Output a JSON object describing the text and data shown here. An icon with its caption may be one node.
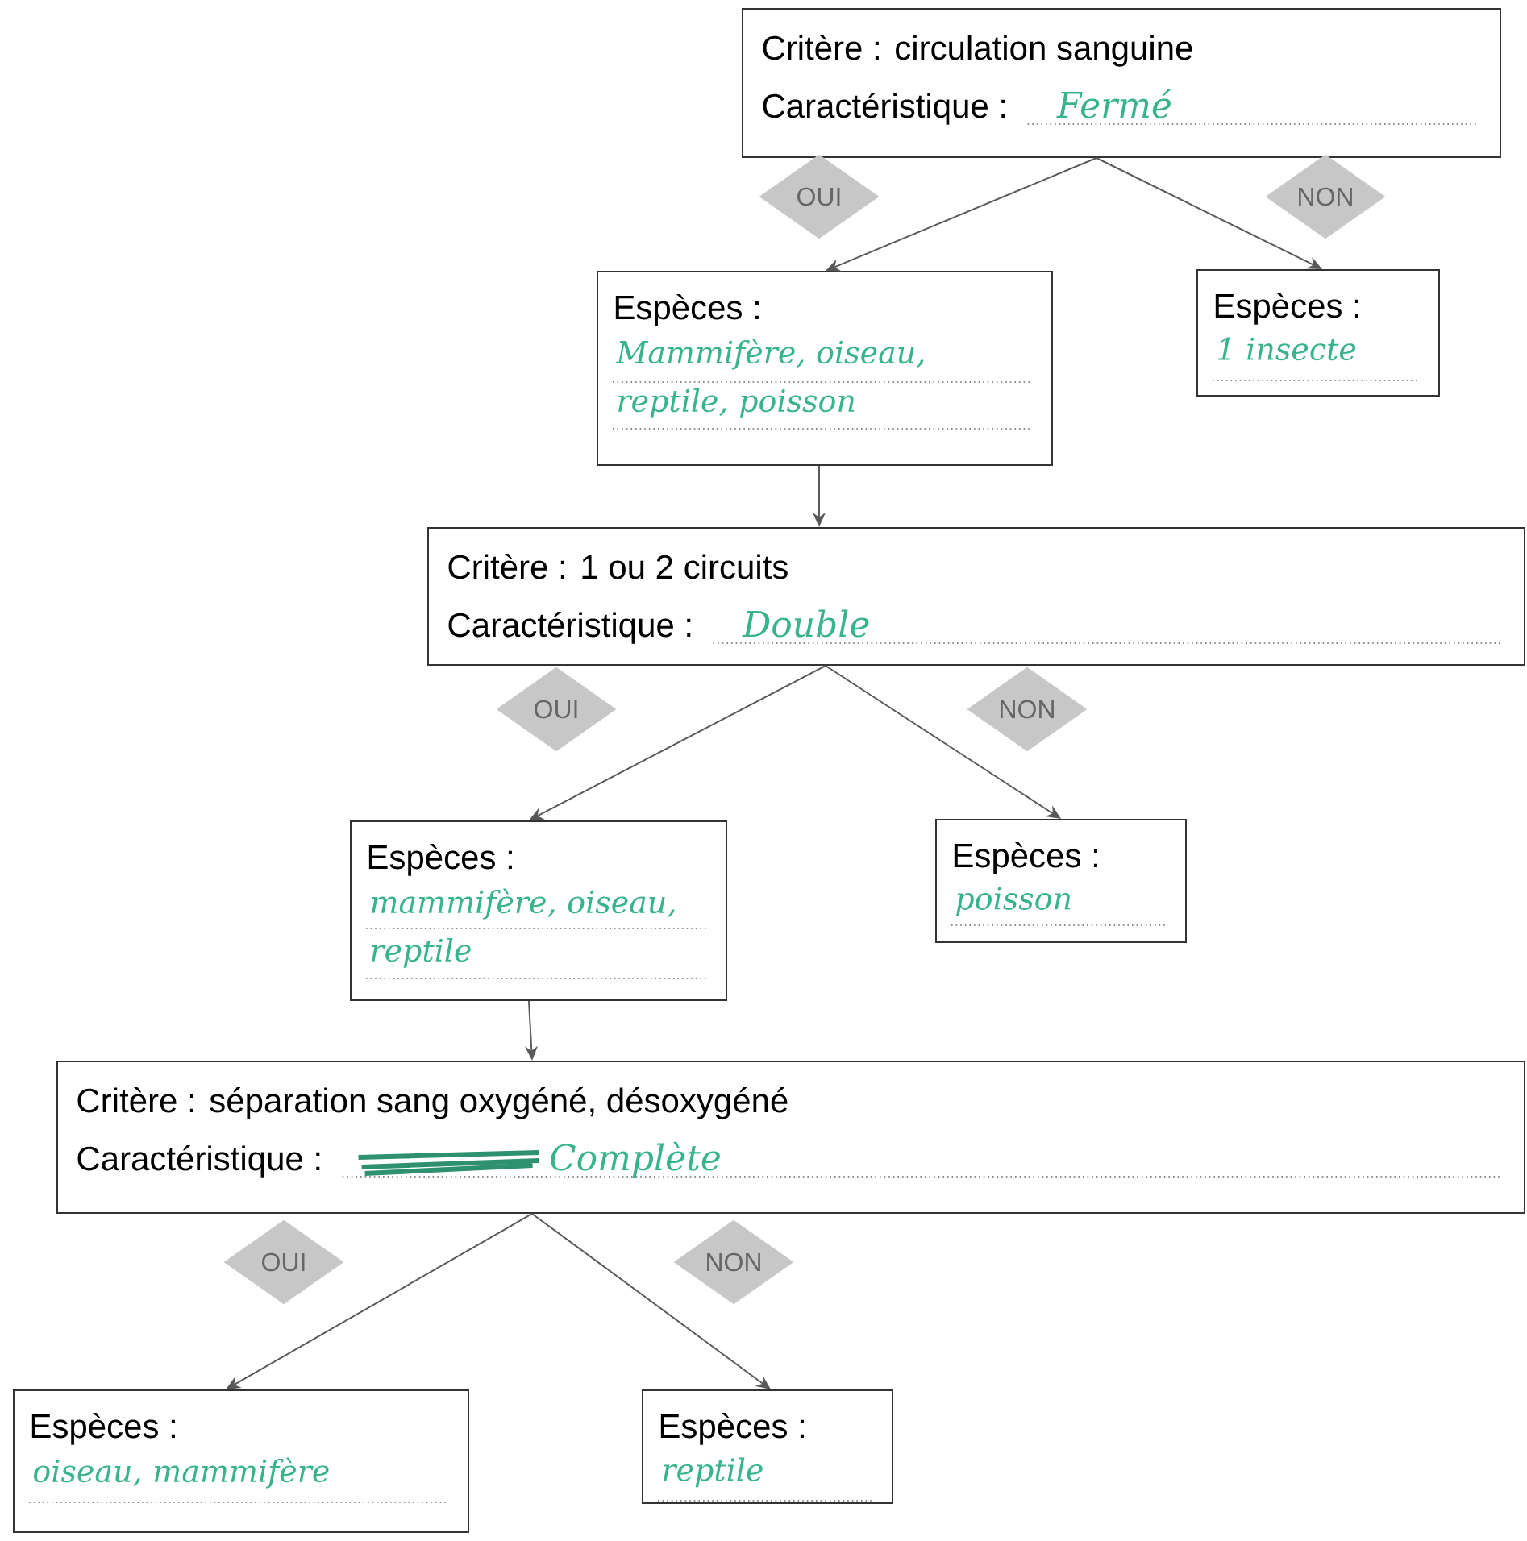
{
  "diagram": {
    "nodes": [
      {
        "text": [
          "Critère : circulation sanguine",
          "Caractéristique :",
          "Fermé"
        ]
      },
      {
        "text": [
          "Espèces :",
          "Mammifère, oiseau, reptile, poisson"
        ]
      },
      {
        "text": [
          "Espèces :",
          "1 insecte"
        ]
      },
      {
        "text": [
          "Critère : 1 ou 2 circuits",
          "Caractéristique :",
          "Double"
        ]
      },
      {
        "text": [
          "Espèces :",
          "mammifère, oiseau, reptile"
        ]
      },
      {
        "text": [
          "Espèces :",
          "poisson"
        ]
      },
      {
        "text": [
          "Critère : séparation sang oxygéné, désoxygéné",
          "Caractéristique :",
          "Complète"
        ]
      },
      {
        "text": [
          "Espèces :",
          "oiseau, mammifère"
        ]
      },
      {
        "text": [
          "Espèces :",
          "reptile"
        ]
      }
    ],
    "edges": [
      {
        "from": 0,
        "to": 1,
        "arrow": "to",
        "label": "OUI"
      },
      {
        "from": 0,
        "to": 2,
        "arrow": "to",
        "label": "NON"
      },
      {
        "from": 1,
        "to": 3,
        "arrow": "to"
      },
      {
        "from": 3,
        "to": 4,
        "arrow": "to",
        "label": "OUI"
      },
      {
        "from": 3,
        "to": 5,
        "arrow": "to",
        "label": "NON"
      },
      {
        "from": 4,
        "to": 6,
        "arrow": "to"
      },
      {
        "from": 6,
        "to": 7,
        "arrow": "to",
        "label": "OUI"
      },
      {
        "from": 6,
        "to": 8,
        "arrow": "to",
        "label": "NON"
      }
    ]
  }
}
